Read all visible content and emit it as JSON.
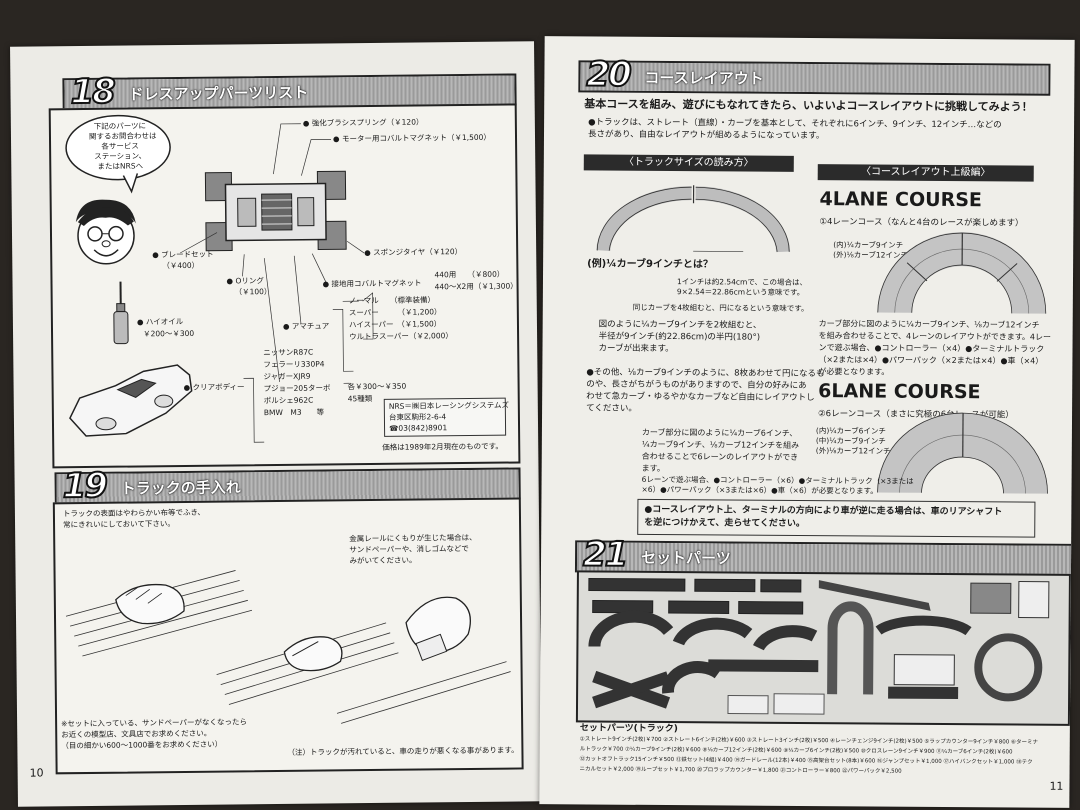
{
  "left_page": {
    "page_number": "10",
    "sec18": {
      "number": "18",
      "title": "ドレスアップパーツリスト",
      "bubble": [
        "下記のパーツに",
        "関するお問合わせは",
        "各サービス",
        "ステーション、",
        "またはNRSへ"
      ],
      "parts": [
        "● 強化ブラシスプリング（￥120）",
        "● モーター用コバルトマグネット（￥1,500）",
        "● ブレードセット",
        "（￥400）",
        "● Oリング",
        "（￥100）",
        "● 接地用コバルトマグネット",
        "● スポンジタイヤ（￥120）",
        "● ハイオイル",
        "￥200～￥300",
        "● アマチュア",
        "● クリアボディー"
      ],
      "magnet_options": [
        "440用　　（￥800）",
        "440～X2用（￥1,300）"
      ],
      "armature_options": [
        "ノーマル　　（標準装備）",
        "スーパー　　　（￥1,200）",
        "ハイスーパー　（￥1,500）",
        "ウルトラスーパー（￥2,000）"
      ],
      "bodies": [
        "ニッサンR87C",
        "フェラーリ330P4",
        "ジャガーXJR9",
        "プジョー205ターボ",
        "ポルシェ962C",
        "BMW　M3　　等"
      ],
      "body_price": [
        "各￥300～￥350",
        "45種類"
      ],
      "nrs_box": [
        "NRS＝㈱日本レーシングシステムズ",
        "台東区駒形2-6-4",
        "☎03(842)8901"
      ],
      "price_note": "価格は1989年2月現在のものです。"
    },
    "sec19": {
      "number": "19",
      "title": "トラックの手入れ",
      "intro": [
        "トラックの表面はやわらかい布等でふき、",
        "常にきれいにしておいて下さい。"
      ],
      "rail_note": [
        "金属レールにくもりが生じた場合は、",
        "サンドペーパーや、消しゴムなどで",
        "みがいてください。"
      ],
      "footnote": [
        "※セットに入っている、サンドペーパーがなくなったら",
        "お近くの模型店、文具店でお求めください。",
        "（目の細かい600～1000番をお求めください）"
      ],
      "warn": "（注）トラックが汚れていると、車の走りが悪くなる事があります。"
    }
  },
  "right_page": {
    "page_number": "11",
    "sec20": {
      "number": "20",
      "title": "コースレイアウト",
      "headline": "基本コースを組み、遊びにもなれてきたら、いよいよコースレイアウトに挑戦してみよう！",
      "intro": [
        "●トラックは、ストレート（直線）・カーブを基本として、それぞれに6インチ、9インチ、12インチ…などの",
        "長さがあり、自由なレイアウトが組めるようになっています。"
      ],
      "bar_left": "〈トラックサイズの読み方〉",
      "bar_right": "〈コースレイアウト上級編〉",
      "example_title": "(例)¼カーブ9インチとは？",
      "example_notes": [
        "1インチは約2.54cmで、この場合は、",
        "9×2.54＝22.86cmという意味です。",
        "同じカーブを4枚組むと、円になるという意味です。"
      ],
      "explain1": [
        "図のように¼カーブ9インチを2枚組むと、",
        "半径が9インチ(約22.86cm)の半円(180°)",
        "カーブが出来ます。"
      ],
      "explain2": [
        "●その他、⅛カーブ9インチのように、8枚あわせて円になるも",
        "のや、長さがちがうものがありますので、自分の好みにあ",
        "わせて急カーブ・ゆるやかなカーブなど自由にレイアウトし",
        "てください。"
      ],
      "lane4_title": "4LANE COURSE",
      "lane4_sub": "①4レーンコース（なんと4台のレースが楽しめます）",
      "lane4_labels": [
        "(内)¼カーブ9インチ",
        "(外)⅛カーブ12インチ"
      ],
      "lane4_desc": [
        "カーブ部分に図のように¼カーブ9インチ、⅛カーブ12インチ",
        "を組み合わせることで、4レーンのレイアウトができます。4レー",
        "ンで遊ぶ場合、●コントローラー（×4）●ターミナルトラック",
        "（×2または×4）●パワーパック（×2または×4）●車（×4）",
        "が必要となります。"
      ],
      "lane6_title": "6LANE COURSE",
      "lane6_sub": "②6レーンコース（まさに究極の6台レースが可能）",
      "lane6_labels": [
        "(内)¼カーブ6インチ",
        "(中)¼カーブ9インチ",
        "(外)⅛カーブ12インチ"
      ],
      "lane6_desc": [
        "カーブ部分に図のように¼カーブ6インチ、",
        "¼カーブ9インチ、⅛カーブ12インチを組み",
        "合わせることで6レーンのレイアウトができ",
        "ます。",
        "6レーンで遊ぶ場合、●コントローラー（×6）●ターミナルトラック（×3または",
        "×6）●パワーパック（×3または×6）●車（×6）が必要となります。"
      ],
      "terminal_note": [
        "●コースレイアウト上、ターミナルの方向により車が逆に走る場合は、車のリアシャフト",
        "を逆につけかえて、走らせてください。"
      ]
    },
    "sec21": {
      "number": "21",
      "title": "セットパーツ",
      "caption": "セットパーツ(トラック)",
      "list": [
        "①ストレート9インチ(2枚)￥700 ②ストレート6インチ(2枚)￥600 ③ストレート3インチ(2枚)￥500 ④レーンチェンジ9インチ(2枚)￥500 ⑤ラップカウンター9インチ￥800 ⑥ターミナ",
        "ルトラック￥700 ⑦¼カーブ9インチ(2枚)￥600 ⑧⅛カーブ12インチ(2枚)￥600 ⑨¼カーブ6インチ(2枚)￥500 ⑩クロスレーン9インチ￥900 ⑪¼カーブ6インチ(2枚)￥600",
        "⑫カットオフトラック15インチ￥500 ⑬鉄セット(4組)￥400 ⑭ガードレール(12本)￥400 ⑮高架台セット(8本)￥600 ⑯ジャンプセット￥1,000 ⑰ハイバンクセット￥1,000 ⑱テク",
        "ニカルセット￥2,000 ⑲ループセット￥1,700 ⑳プロラップカウンター￥1,800 ㉑コントローラー￥800 ㉒パワーパック￥2,500"
      ]
    }
  }
}
